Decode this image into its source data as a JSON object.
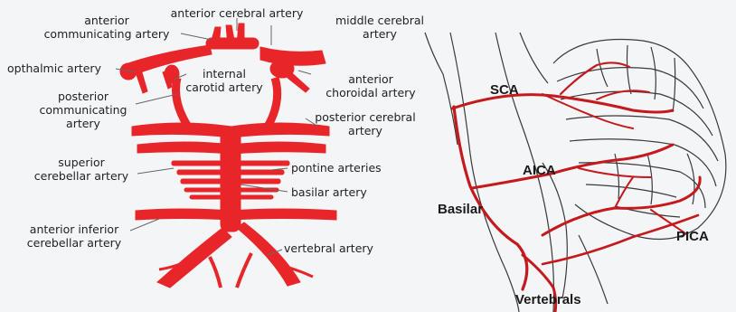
{
  "colors": {
    "artery": "#e8262a",
    "artery_dark": "#c41a1e",
    "background": "#f4f5f7",
    "sketch": "#3a3a3a"
  },
  "left_panel": {
    "labels": {
      "anterior_cerebral_artery": "anterior cerebral artery",
      "anterior_communicating_artery": [
        "anterior",
        "communicating artery"
      ],
      "middle_cerebral_artery": [
        "middle cerebral",
        "artery"
      ],
      "opthalmic_artery": "opthalmic artery",
      "internal_carotid_artery": [
        "internal",
        "carotid artery"
      ],
      "anterior_choroidal_artery": [
        "anterior",
        "choroidal artery"
      ],
      "posterior_communicating_artery": [
        "posterior",
        "communicating",
        "artery"
      ],
      "posterior_cerebral_artery": [
        "posterior cerebral",
        "artery"
      ],
      "superior_cerebellar_artery": [
        "superior",
        "cerebellar artery"
      ],
      "pontine_arteries": "pontine arteries",
      "basilar_artery": "basilar artery",
      "anterior_inferior_cerebellar_artery": [
        "anterior inferior",
        "cerebellar artery"
      ],
      "vertebral_artery": "vertebral artery"
    }
  },
  "right_panel": {
    "labels": {
      "sca": "SCA",
      "aica": "AICA",
      "basilar": "Basilar",
      "pica": "PICA",
      "vertebrals": "Vertebrals"
    }
  }
}
